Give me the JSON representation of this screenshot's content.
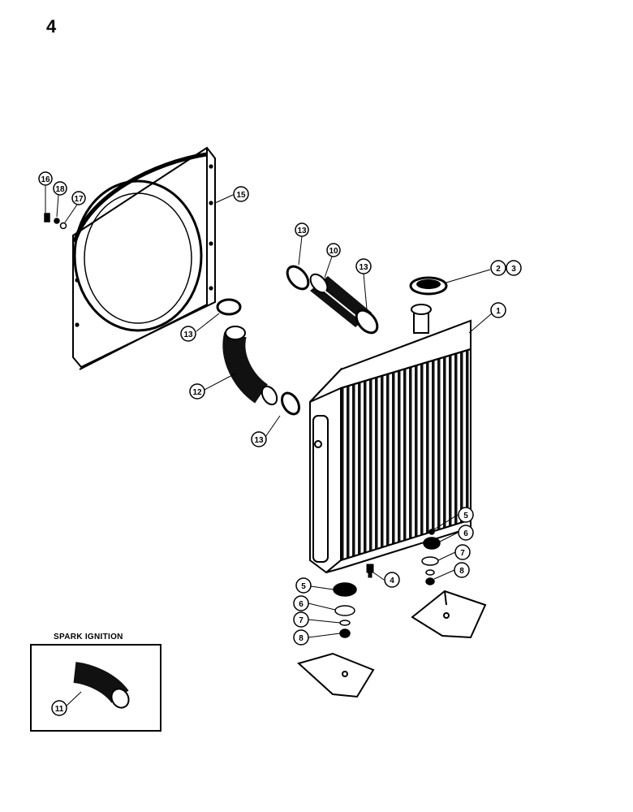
{
  "page": {
    "number": "4"
  },
  "inset": {
    "title": "SPARK IGNITION"
  },
  "callouts": [
    {
      "id": "c16",
      "label": "16"
    },
    {
      "id": "c18",
      "label": "18"
    },
    {
      "id": "c17",
      "label": "17"
    },
    {
      "id": "c15",
      "label": "15"
    },
    {
      "id": "c13a",
      "label": "13"
    },
    {
      "id": "c10",
      "label": "10"
    },
    {
      "id": "c13b",
      "label": "13"
    },
    {
      "id": "c2",
      "label": "2"
    },
    {
      "id": "c3",
      "label": "3"
    },
    {
      "id": "c1",
      "label": "1"
    },
    {
      "id": "c13c",
      "label": "13"
    },
    {
      "id": "c12",
      "label": "12"
    },
    {
      "id": "c13d",
      "label": "13"
    },
    {
      "id": "c5a",
      "label": "5"
    },
    {
      "id": "c6a",
      "label": "6"
    },
    {
      "id": "c7a",
      "label": "7"
    },
    {
      "id": "c8a",
      "label": "8"
    },
    {
      "id": "c4",
      "label": "4"
    },
    {
      "id": "c5b",
      "label": "5"
    },
    {
      "id": "c6b",
      "label": "6"
    },
    {
      "id": "c7b",
      "label": "7"
    },
    {
      "id": "c8b",
      "label": "8"
    },
    {
      "id": "c11",
      "label": "11"
    }
  ]
}
